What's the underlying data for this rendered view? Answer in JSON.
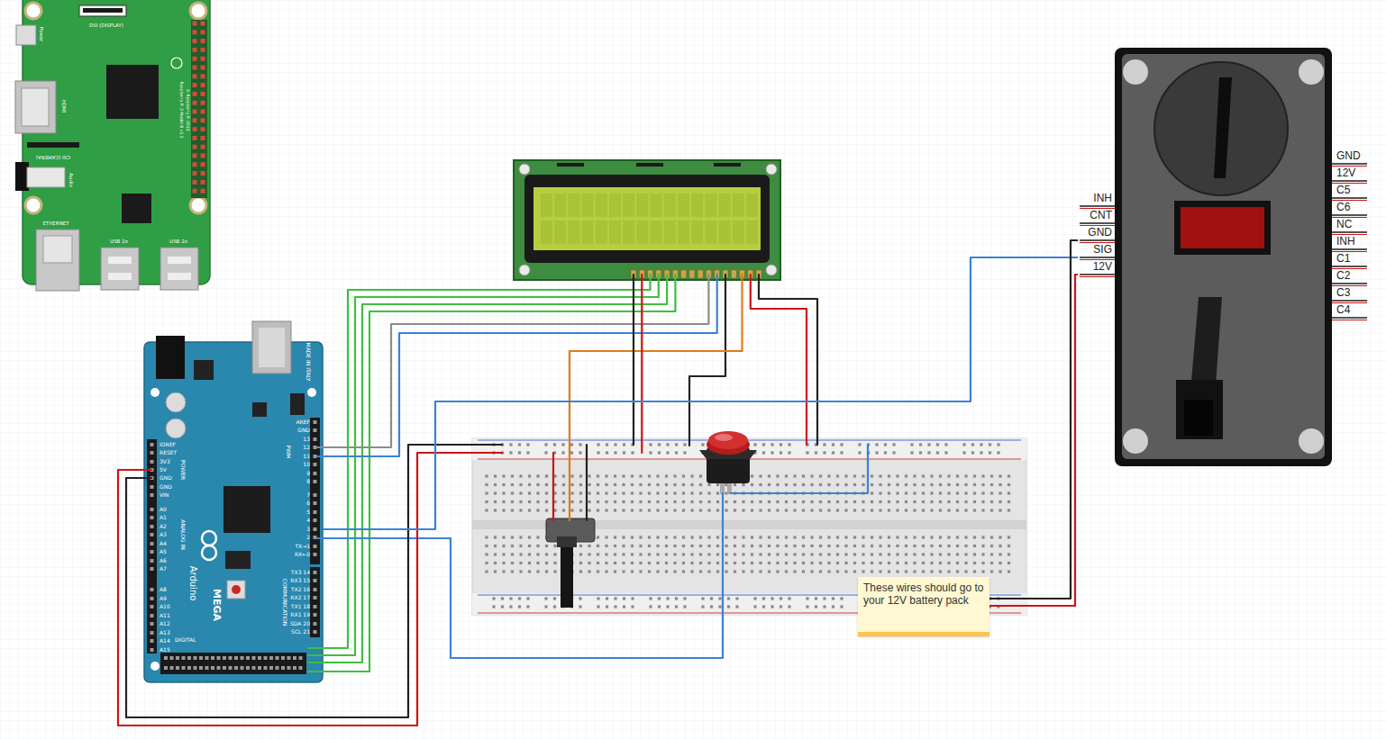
{
  "diagram": {
    "nodes": [
      {
        "text": [
          "DSI (DISPLAY)",
          "Power",
          "HDMI",
          "Raspberry Pi 3 Model B v1.2",
          "© Raspberry Pi 2015",
          "CSI (CAMERA)",
          "Audio",
          "ETHERNET",
          "USB 2x",
          "USB 2x"
        ]
      },
      {
        "text": [
          "GND",
          "12V",
          "C5",
          "C6",
          "NC",
          "INH",
          "C1",
          "C2",
          "C3",
          "C4",
          "INH",
          "CNT",
          "GND",
          "SIG",
          "12V"
        ]
      },
      {
        "text": [
          "MADE IN ITALY",
          "AREF",
          "GND",
          "13",
          "12",
          "11",
          "10",
          "9",
          "8",
          "PWM",
          "7",
          "6",
          "5",
          "4",
          "3",
          "2",
          "TX→1",
          "RX←0",
          "COMMUNICATION",
          "TX3 14",
          "RX3 15",
          "TX2 16",
          "RX2 17",
          "TX1 18",
          "RX1 19",
          "SDA 20",
          "SCL 21",
          "IOREF",
          "RESET",
          "3V3",
          "5V",
          "GND",
          "GND",
          "VIN",
          "POWER",
          "A0",
          "A1",
          "A2",
          "A3",
          "A4",
          "A5",
          "A6",
          "A7",
          "A8",
          "A9",
          "A10",
          "A11",
          "A12",
          "A13",
          "A14",
          "A15",
          "ANALOG IN",
          "Arduino",
          "MEGA",
          "DIGITAL"
        ]
      },
      {
        "text": [
          "These wires should go to your 12V battery pack"
        ]
      }
    ],
    "edges": [
      {
        "from": 2,
        "to": 1,
        "arrow": "none"
      },
      {
        "from": 1,
        "to": 3,
        "arrow": "none"
      },
      {
        "from": 1,
        "to": 3,
        "arrow": "none"
      }
    ]
  }
}
